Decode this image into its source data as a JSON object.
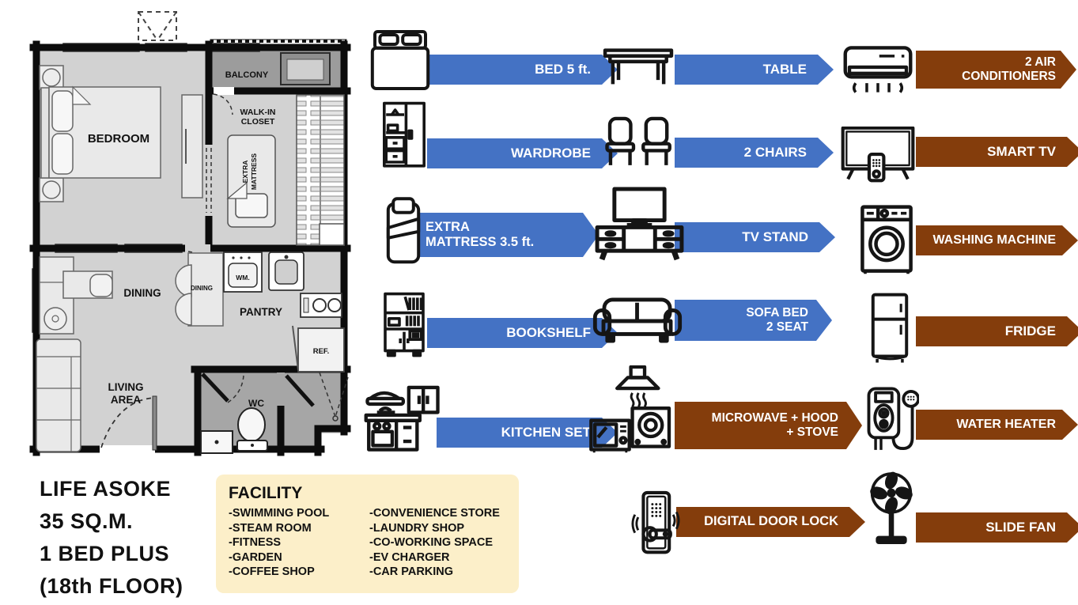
{
  "property": {
    "name": "LIFE ASOKE",
    "area": "35 SQ.M.",
    "layout": "1 BED PLUS",
    "floor": "(18th FLOOR)"
  },
  "floor_plan": {
    "labels": {
      "bedroom": "BEDROOM",
      "balcony": "BALCONY",
      "walk_in_1": "WALK-IN",
      "walk_in_2": "CLOSET",
      "extra_1": "EXTRA",
      "extra_2": "MATTRESS",
      "dining": "DINING",
      "dining_2": "DINING",
      "pantry": "PANTRY",
      "wm": "WM.",
      "ref": "REF.",
      "living_1": "LIVING",
      "living_2": "AREA",
      "wc": "WC"
    }
  },
  "facility": {
    "title": "FACILITY",
    "col1": [
      "-SWIMMING POOL",
      "-STEAM ROOM",
      "-FITNESS",
      "-GARDEN",
      "-COFFEE SHOP"
    ],
    "col2": [
      "-CONVENIENCE STORE",
      "-LAUNDRY SHOP",
      "-CO-WORKING SPACE",
      "-EV CHARGER",
      "-CAR PARKING"
    ]
  },
  "furniture_items": {
    "col1": [
      {
        "line1": "BED 5 ft.",
        "line2": "",
        "icon": "bed-icon"
      },
      {
        "line1": "WARDROBE",
        "line2": "",
        "icon": "wardrobe-icon"
      },
      {
        "line1": "EXTRA",
        "line2": "MATTRESS 3.5 ft.",
        "icon": "extra-mattress-icon"
      },
      {
        "line1": "BOOKSHELF",
        "line2": "",
        "icon": "bookshelf-icon"
      },
      {
        "line1": "KITCHEN SET",
        "line2": "",
        "icon": "kitchen-set-icon"
      }
    ],
    "col2": [
      {
        "line1": "TABLE",
        "line2": "",
        "icon": "table-icon"
      },
      {
        "line1": "2 CHAIRS",
        "line2": "",
        "icon": "chairs-icon"
      },
      {
        "line1": "TV STAND",
        "line2": "",
        "icon": "tv-stand-icon"
      },
      {
        "line1": "SOFA BED",
        "line2": "2 SEAT",
        "icon": "sofa-bed-icon"
      },
      {
        "line1": "MICROWAVE + HOOD",
        "line2": "+ STOVE",
        "icon": "microwave-hood-stove-icon"
      },
      {
        "line1": "DIGITAL DOOR LOCK",
        "line2": "",
        "icon": "door-lock-icon"
      }
    ],
    "col3": [
      {
        "line1": "2 AIR",
        "line2": "CONDITIONERS",
        "icon": "air-conditioner-icon"
      },
      {
        "line1": "SMART TV",
        "line2": "",
        "icon": "smart-tv-icon"
      },
      {
        "line1": "WASHING MACHINE",
        "line2": "",
        "icon": "washing-machine-icon"
      },
      {
        "line1": "FRIDGE",
        "line2": "",
        "icon": "fridge-icon"
      },
      {
        "line1": "WATER HEATER",
        "line2": "",
        "icon": "water-heater-icon"
      },
      {
        "line1": "SLIDE FAN",
        "line2": "",
        "icon": "slide-fan-icon"
      }
    ]
  },
  "colors": {
    "arrow_blue": "#4472C4",
    "arrow_brown": "#843D0C",
    "facility_bg": "#FCEFC9",
    "plan_room": "#D2D2D2",
    "plan_balcony": "#9C9C9C",
    "plan_wc": "#A6A6A6",
    "plan_wall": "#0C0C0C"
  }
}
